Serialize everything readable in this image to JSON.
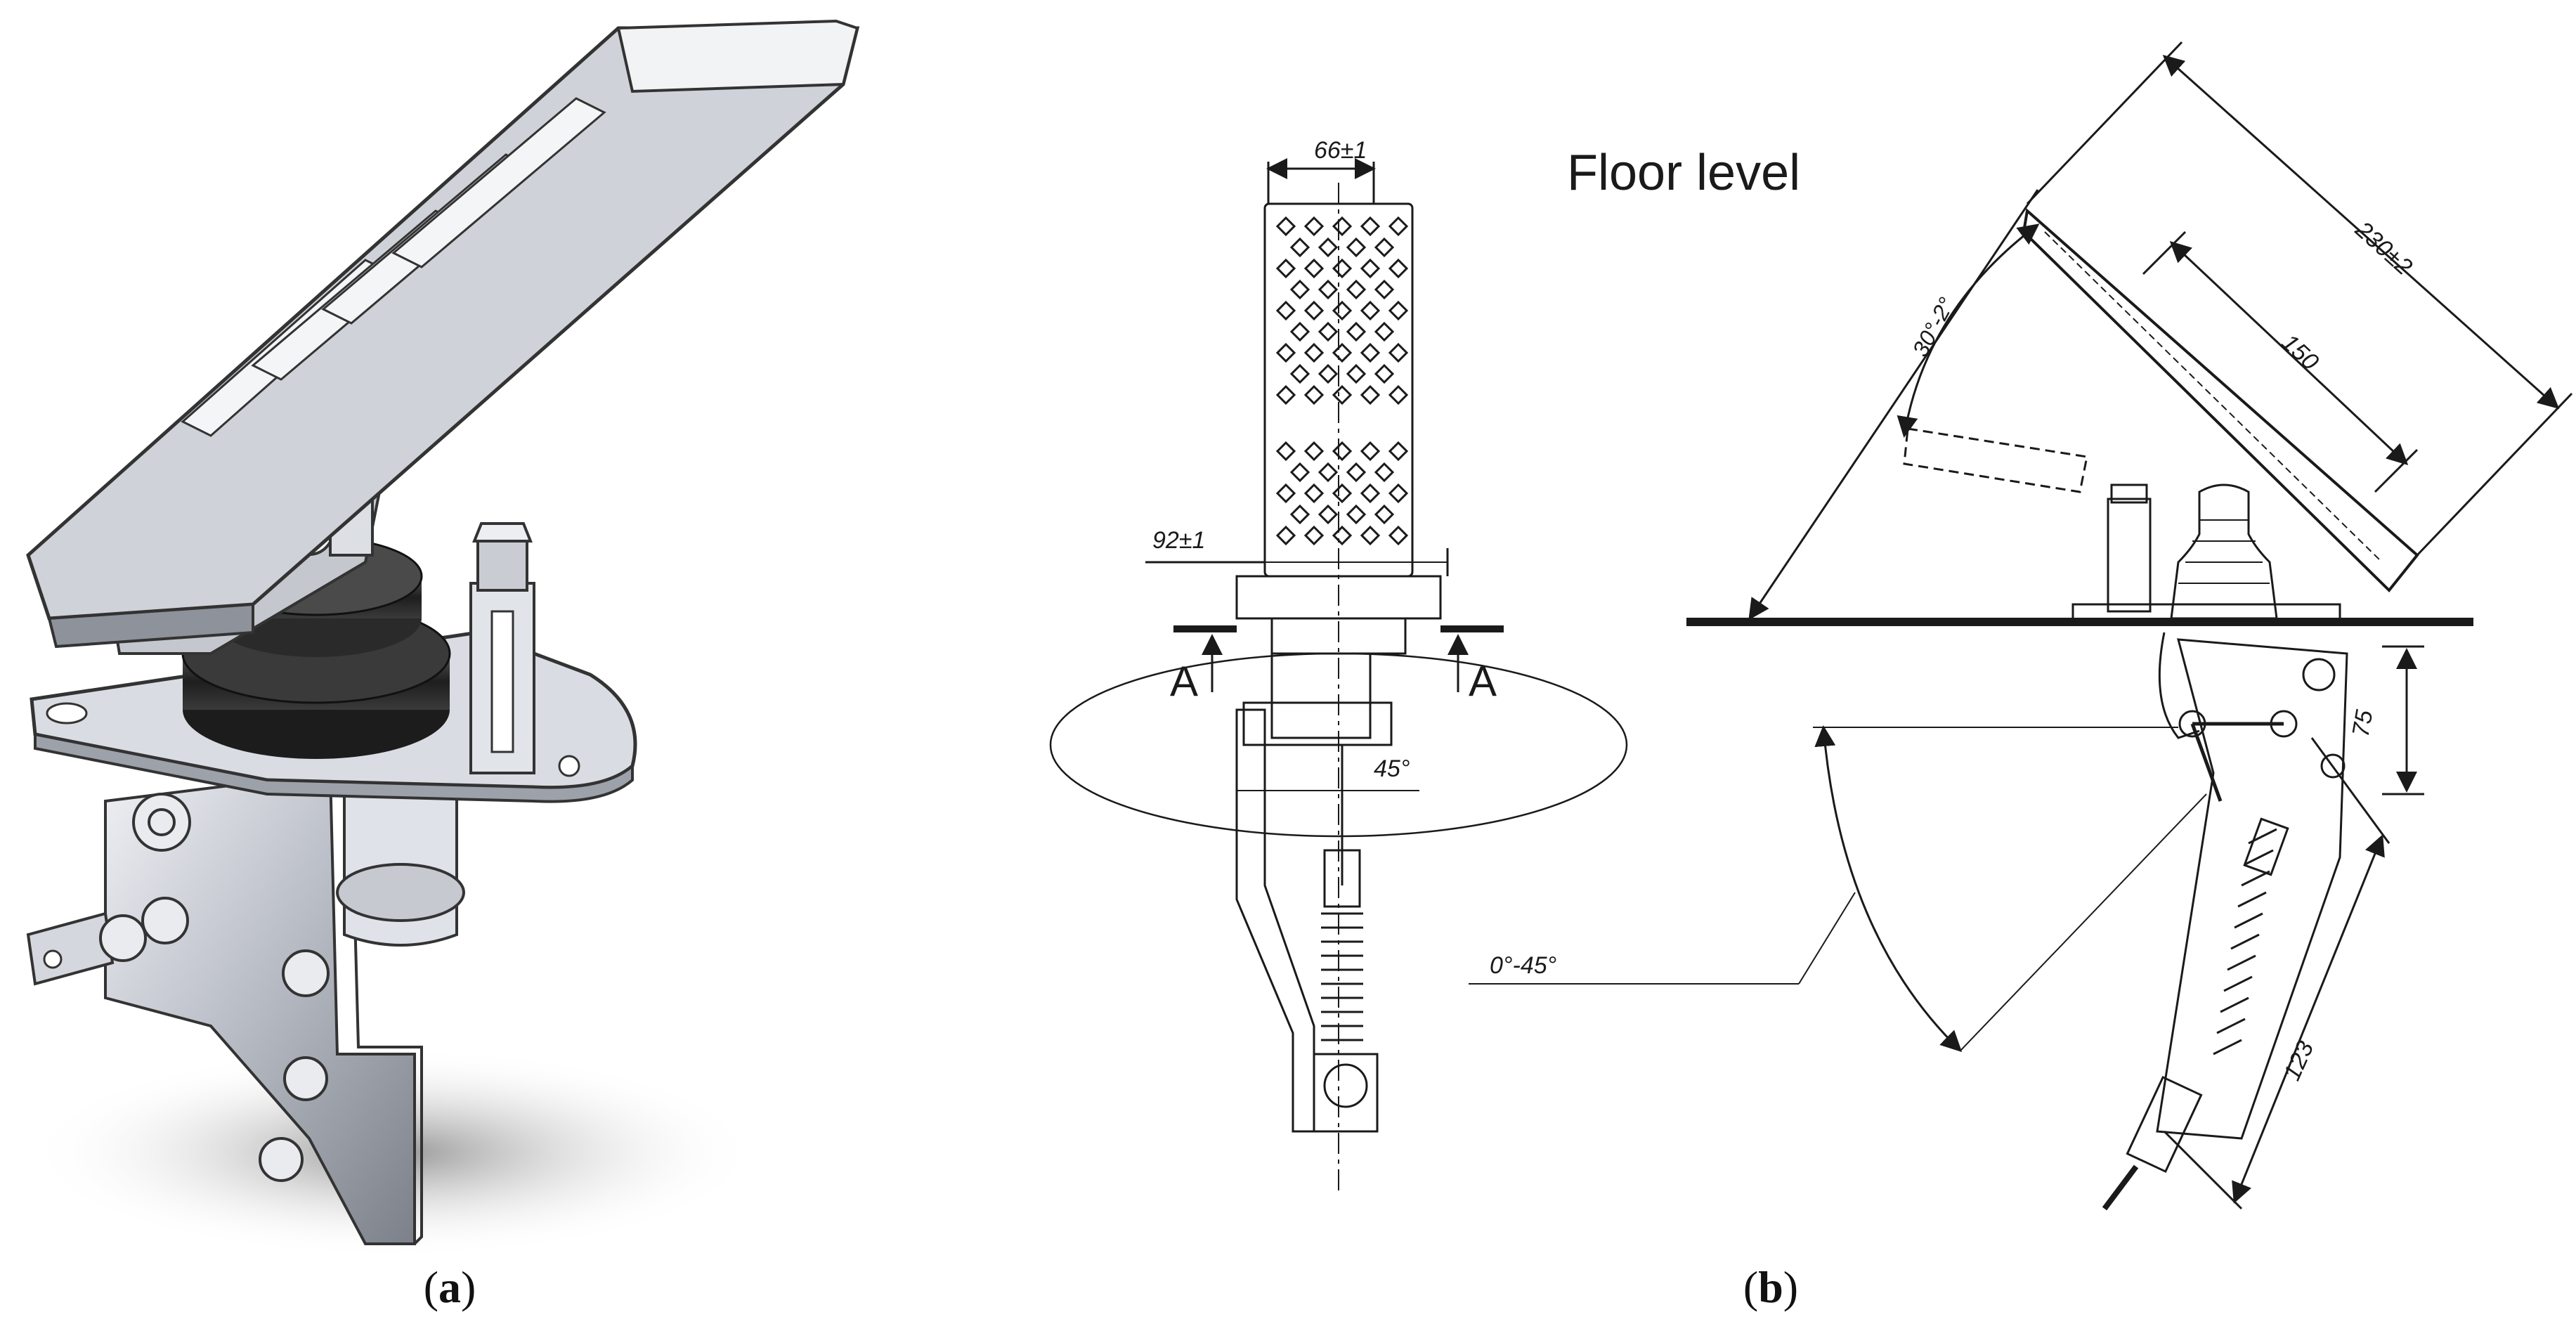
{
  "captions": {
    "a": "a",
    "b": "b"
  },
  "labels": {
    "floor_level": "Floor level",
    "dim_width": "66±1",
    "dim_depth": "92±1",
    "section_mark_left": "A",
    "section_mark_right": "A",
    "swing_angle": "45°",
    "pedal_range": "0°-45°",
    "pad_length": "230±2",
    "pad_inner": "150",
    "pad_tilt": "30°-2°",
    "height_75": "75",
    "lever_123": "123"
  },
  "colors": {
    "line": "#1a1a1a",
    "steel": "#b9bcc4",
    "steel_dark": "#6e727a",
    "rubber": "#2a2a2a",
    "shadow": "#9a9a9a"
  }
}
